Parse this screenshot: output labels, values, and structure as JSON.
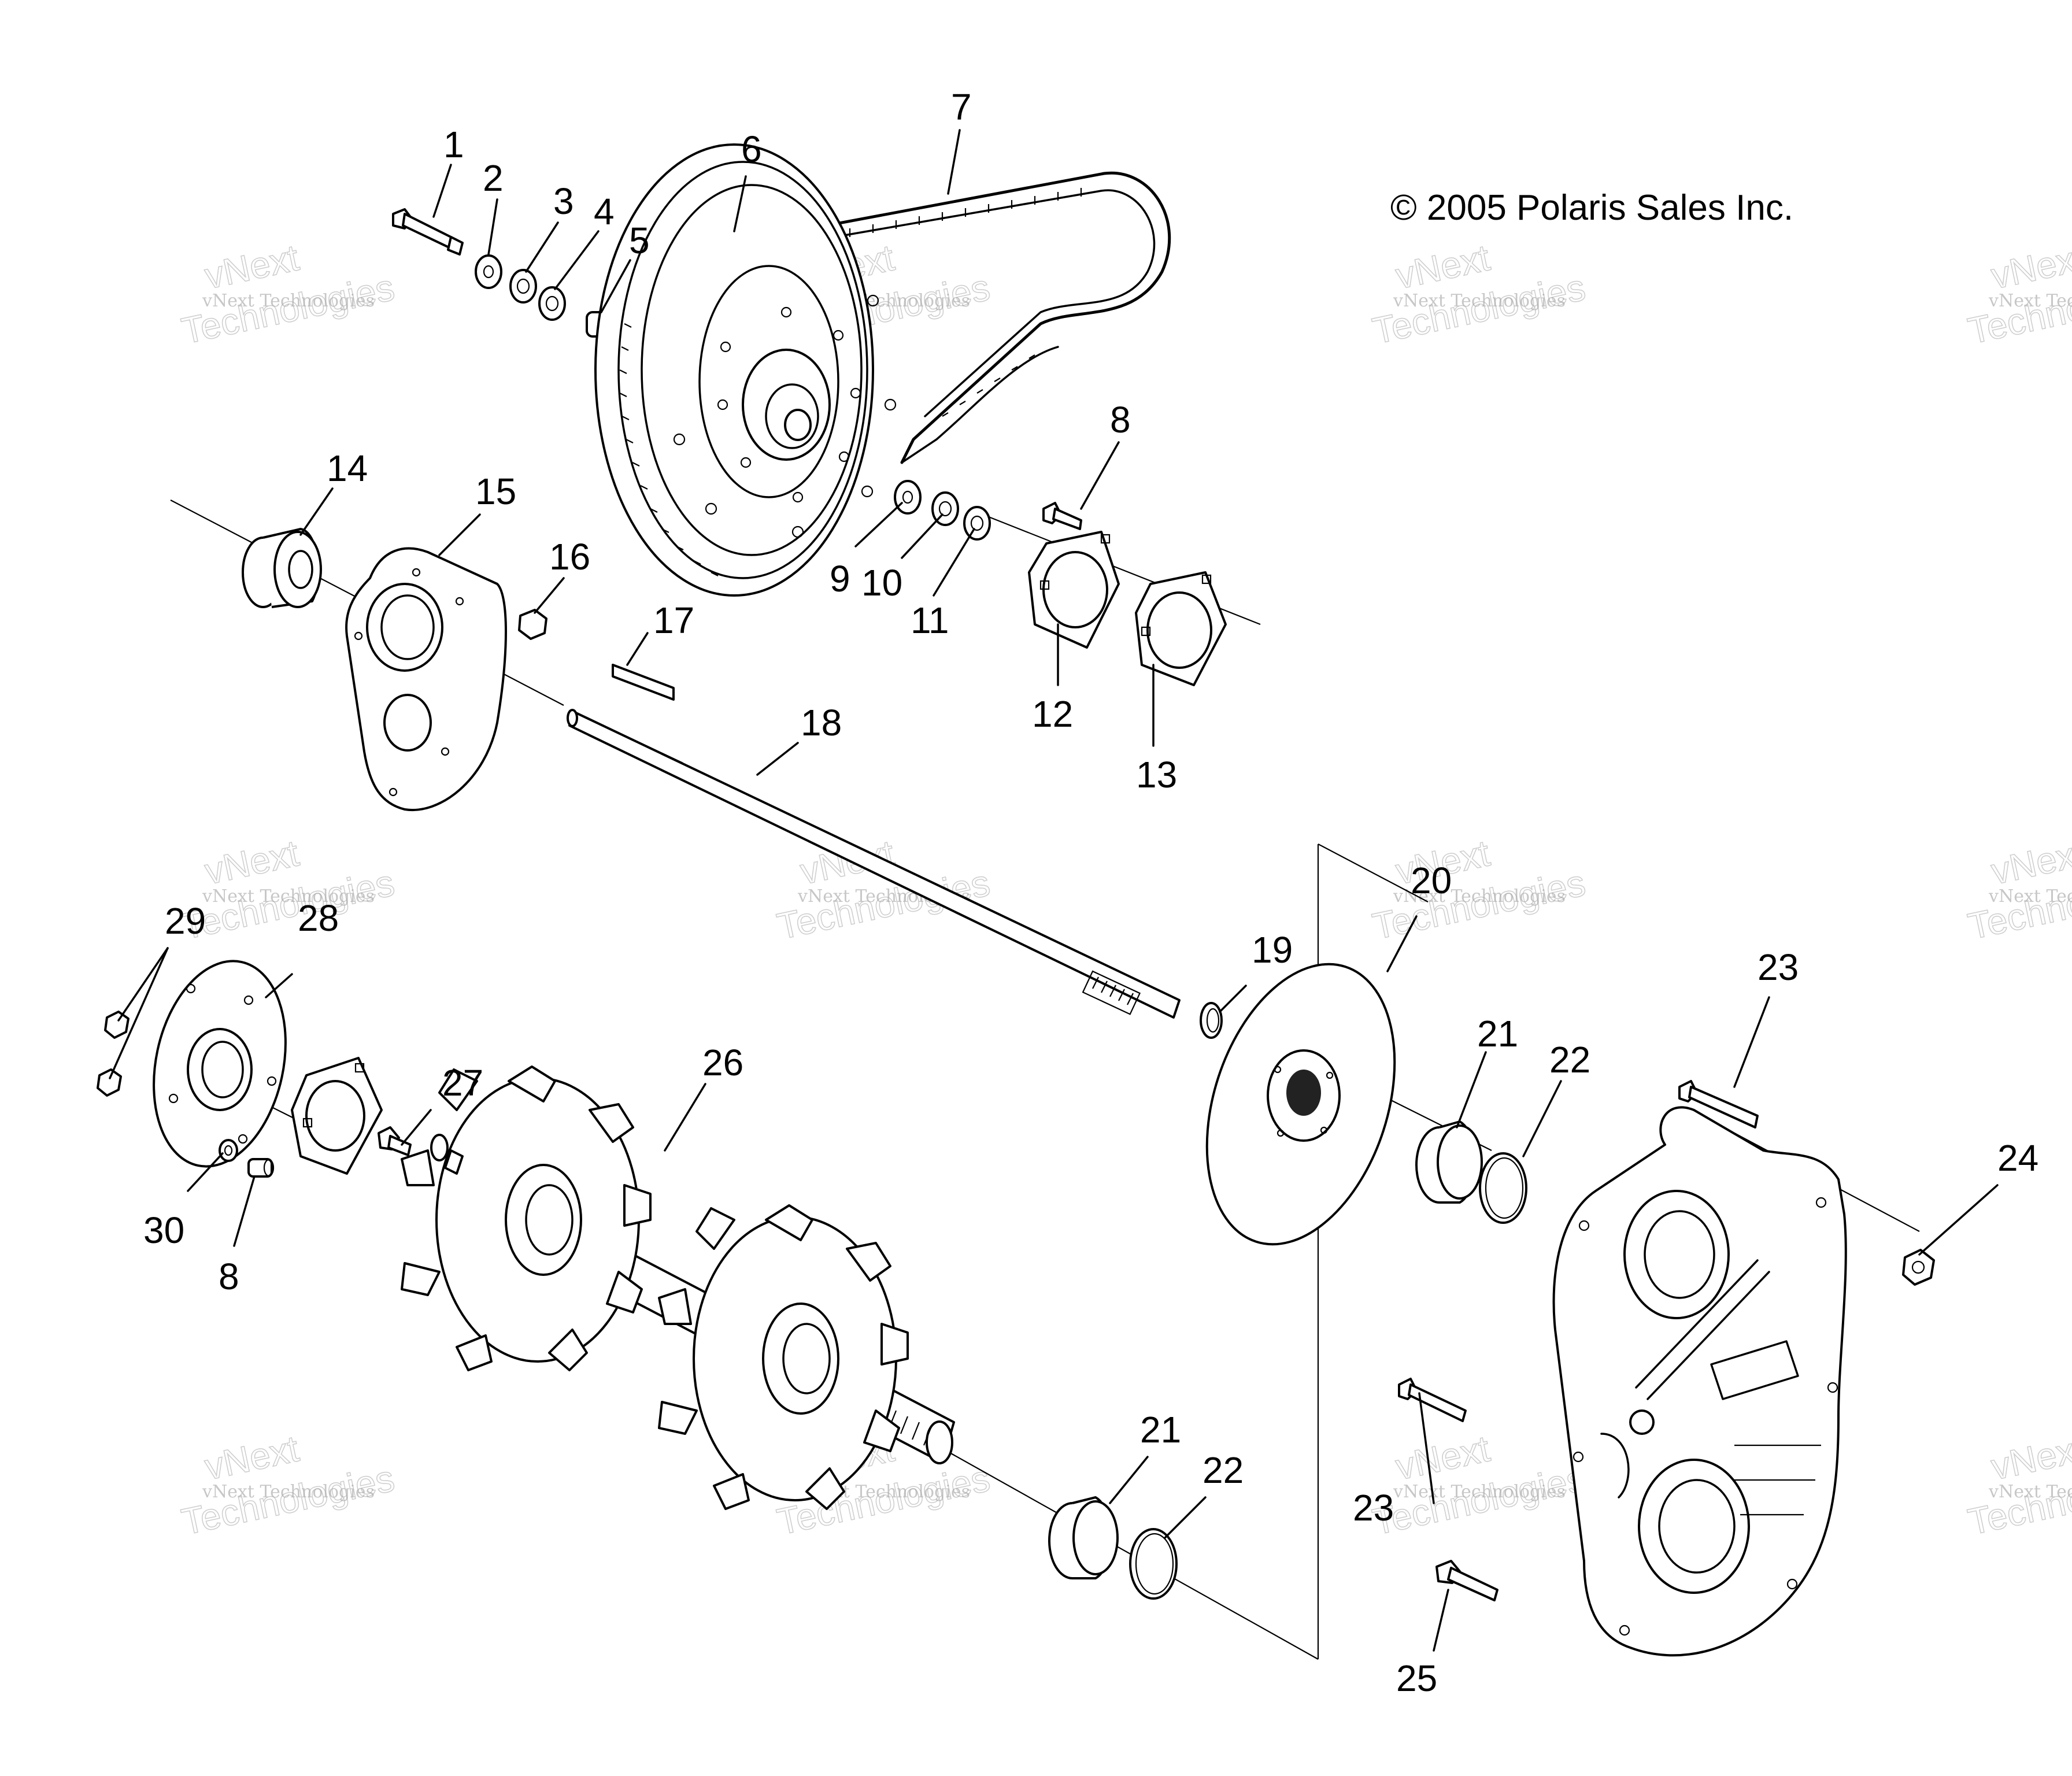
{
  "copyright": "© 2005 Polaris Sales Inc.",
  "watermark": {
    "line1": "vNext Technologies",
    "line2": "vNext",
    "line3": "Technologies"
  },
  "callouts": [
    "1",
    "2",
    "3",
    "4",
    "5",
    "6",
    "7",
    "8",
    "9",
    "10",
    "11",
    "12",
    "13",
    "14",
    "15",
    "16",
    "17",
    "18",
    "19",
    "20",
    "21",
    "22",
    "23",
    "24",
    "25",
    "26",
    "27",
    "28",
    "29",
    "30",
    "8",
    "21",
    "22",
    "23"
  ]
}
